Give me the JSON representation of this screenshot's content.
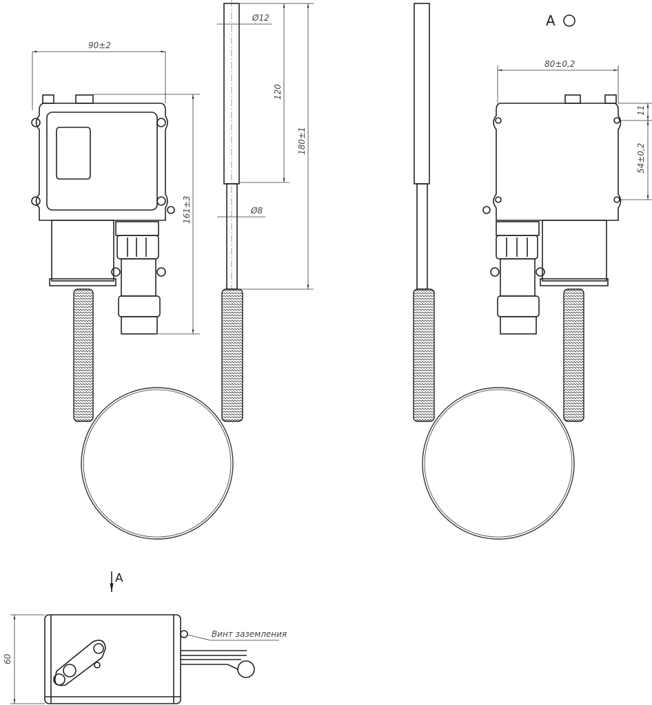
{
  "drawing": {
    "front_view": {
      "width_dim": "90±2",
      "probe_diameter": "Ø12",
      "probe_length": "120",
      "probe_total": "180±1",
      "height_dim": "161±3",
      "tube_diameter": "Ø8"
    },
    "rear_view": {
      "view_label": "A",
      "width_dim": "80±0,2",
      "top_offset": "11",
      "hole_spacing": "54±0,2"
    },
    "top_view": {
      "view_arrow_label": "A",
      "height_dim": "60",
      "ground_screw_label": "Винт заземления"
    }
  }
}
